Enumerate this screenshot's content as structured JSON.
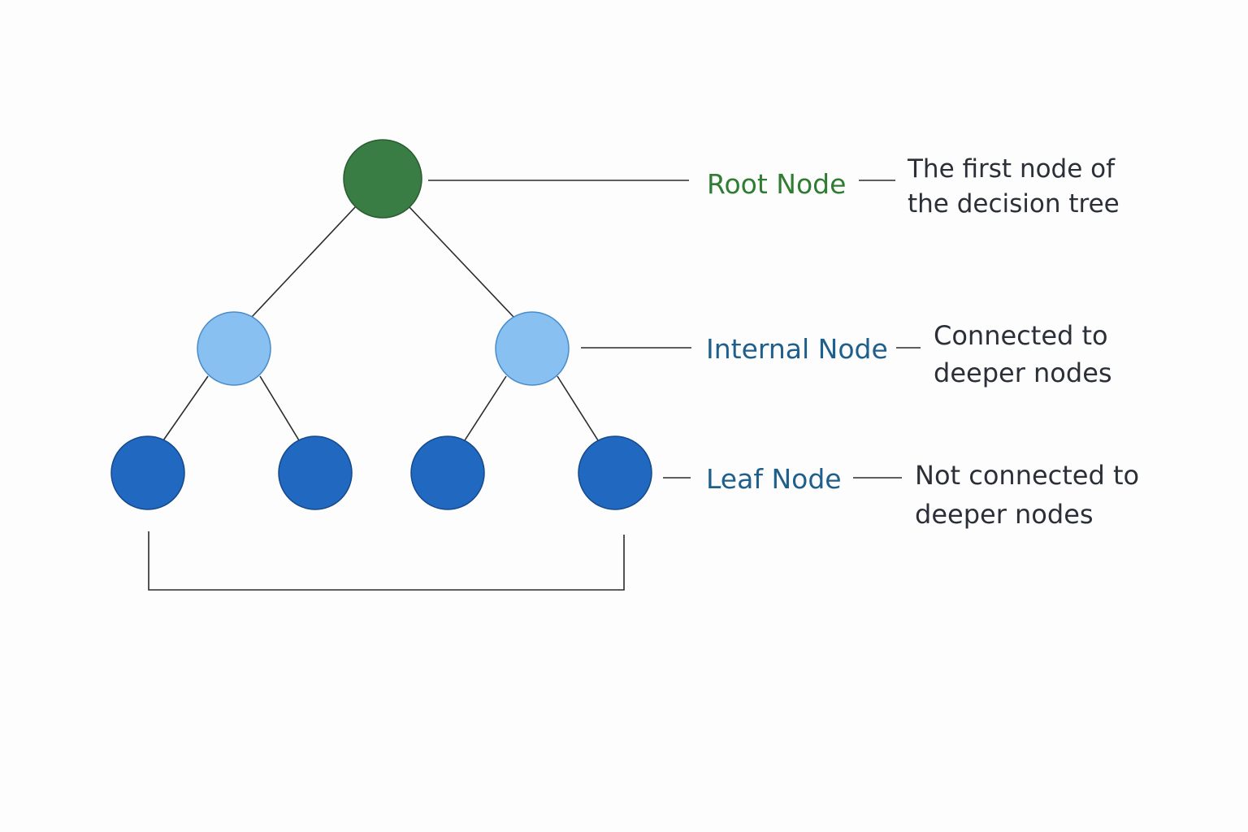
{
  "colors": {
    "root_fill": "#3a7d44",
    "root_label": "#2e7d32",
    "internal_fill": "#88c0f2",
    "internal_label": "#1f5f8b",
    "leaf_fill": "#2169c0",
    "leaf_label": "#1f5f8b",
    "line": "#2b2b2b",
    "text": "#2b2f38"
  },
  "node_types": {
    "root": {
      "label": "Root Node",
      "description_lines": [
        "The first node of",
        "the decision tree"
      ]
    },
    "internal": {
      "label": "Internal Node",
      "description_lines": [
        "Connected to",
        "deeper nodes"
      ]
    },
    "leaf": {
      "label": "Leaf Node",
      "description_lines": [
        "Not connected to",
        "deeper nodes"
      ]
    }
  },
  "tree": {
    "root_children": 2,
    "children_per_internal": 2,
    "leaf_count": 4
  }
}
